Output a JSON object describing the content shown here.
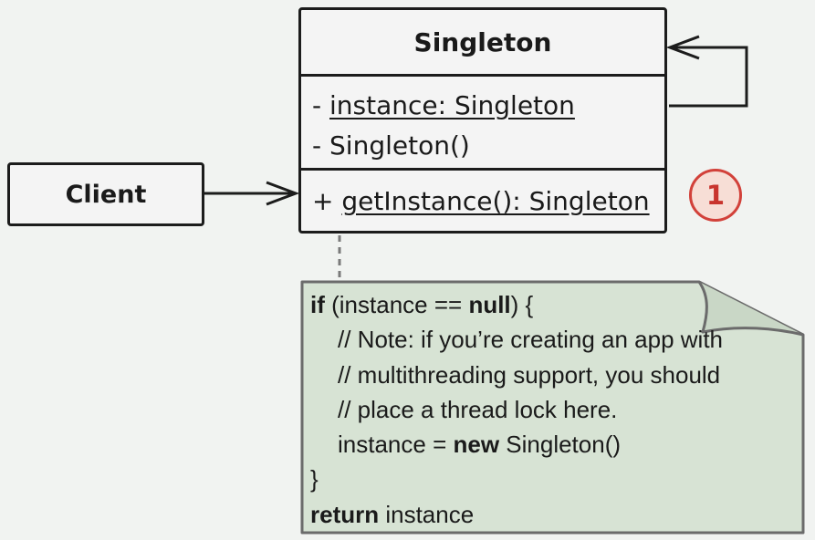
{
  "colors": {
    "background": "#f1f3f1",
    "box_fill": "#f4f4f4",
    "border": "#1c1c1c",
    "note_fill": "#d7e3d4",
    "note_border": "#6b6b6b",
    "badge_fill": "#f7ded6",
    "badge_border": "#d2413a"
  },
  "client": {
    "label": "Client"
  },
  "singleton": {
    "title": "Singleton",
    "fields": [
      {
        "visibility": "-",
        "text": "instance: Singleton"
      },
      {
        "visibility": "-",
        "text": "Singleton()"
      }
    ],
    "methods": [
      {
        "visibility": "+",
        "text": "getInstance(): Singleton"
      }
    ]
  },
  "badge": {
    "number": "1"
  },
  "note": {
    "line1": {
      "kw_if": "if",
      "mid": " (instance == ",
      "kw_null": "null",
      "end": ") {"
    },
    "line2": "// Note: if you’re creating an app with",
    "line3": "// multithreading support, you should",
    "line4": "// place a thread lock here.",
    "line5": {
      "pre": "instance = ",
      "kw_new": "new",
      "post": " Singleton()"
    },
    "line6": "}",
    "line7": {
      "kw_return": "return",
      "post": " instance"
    }
  }
}
